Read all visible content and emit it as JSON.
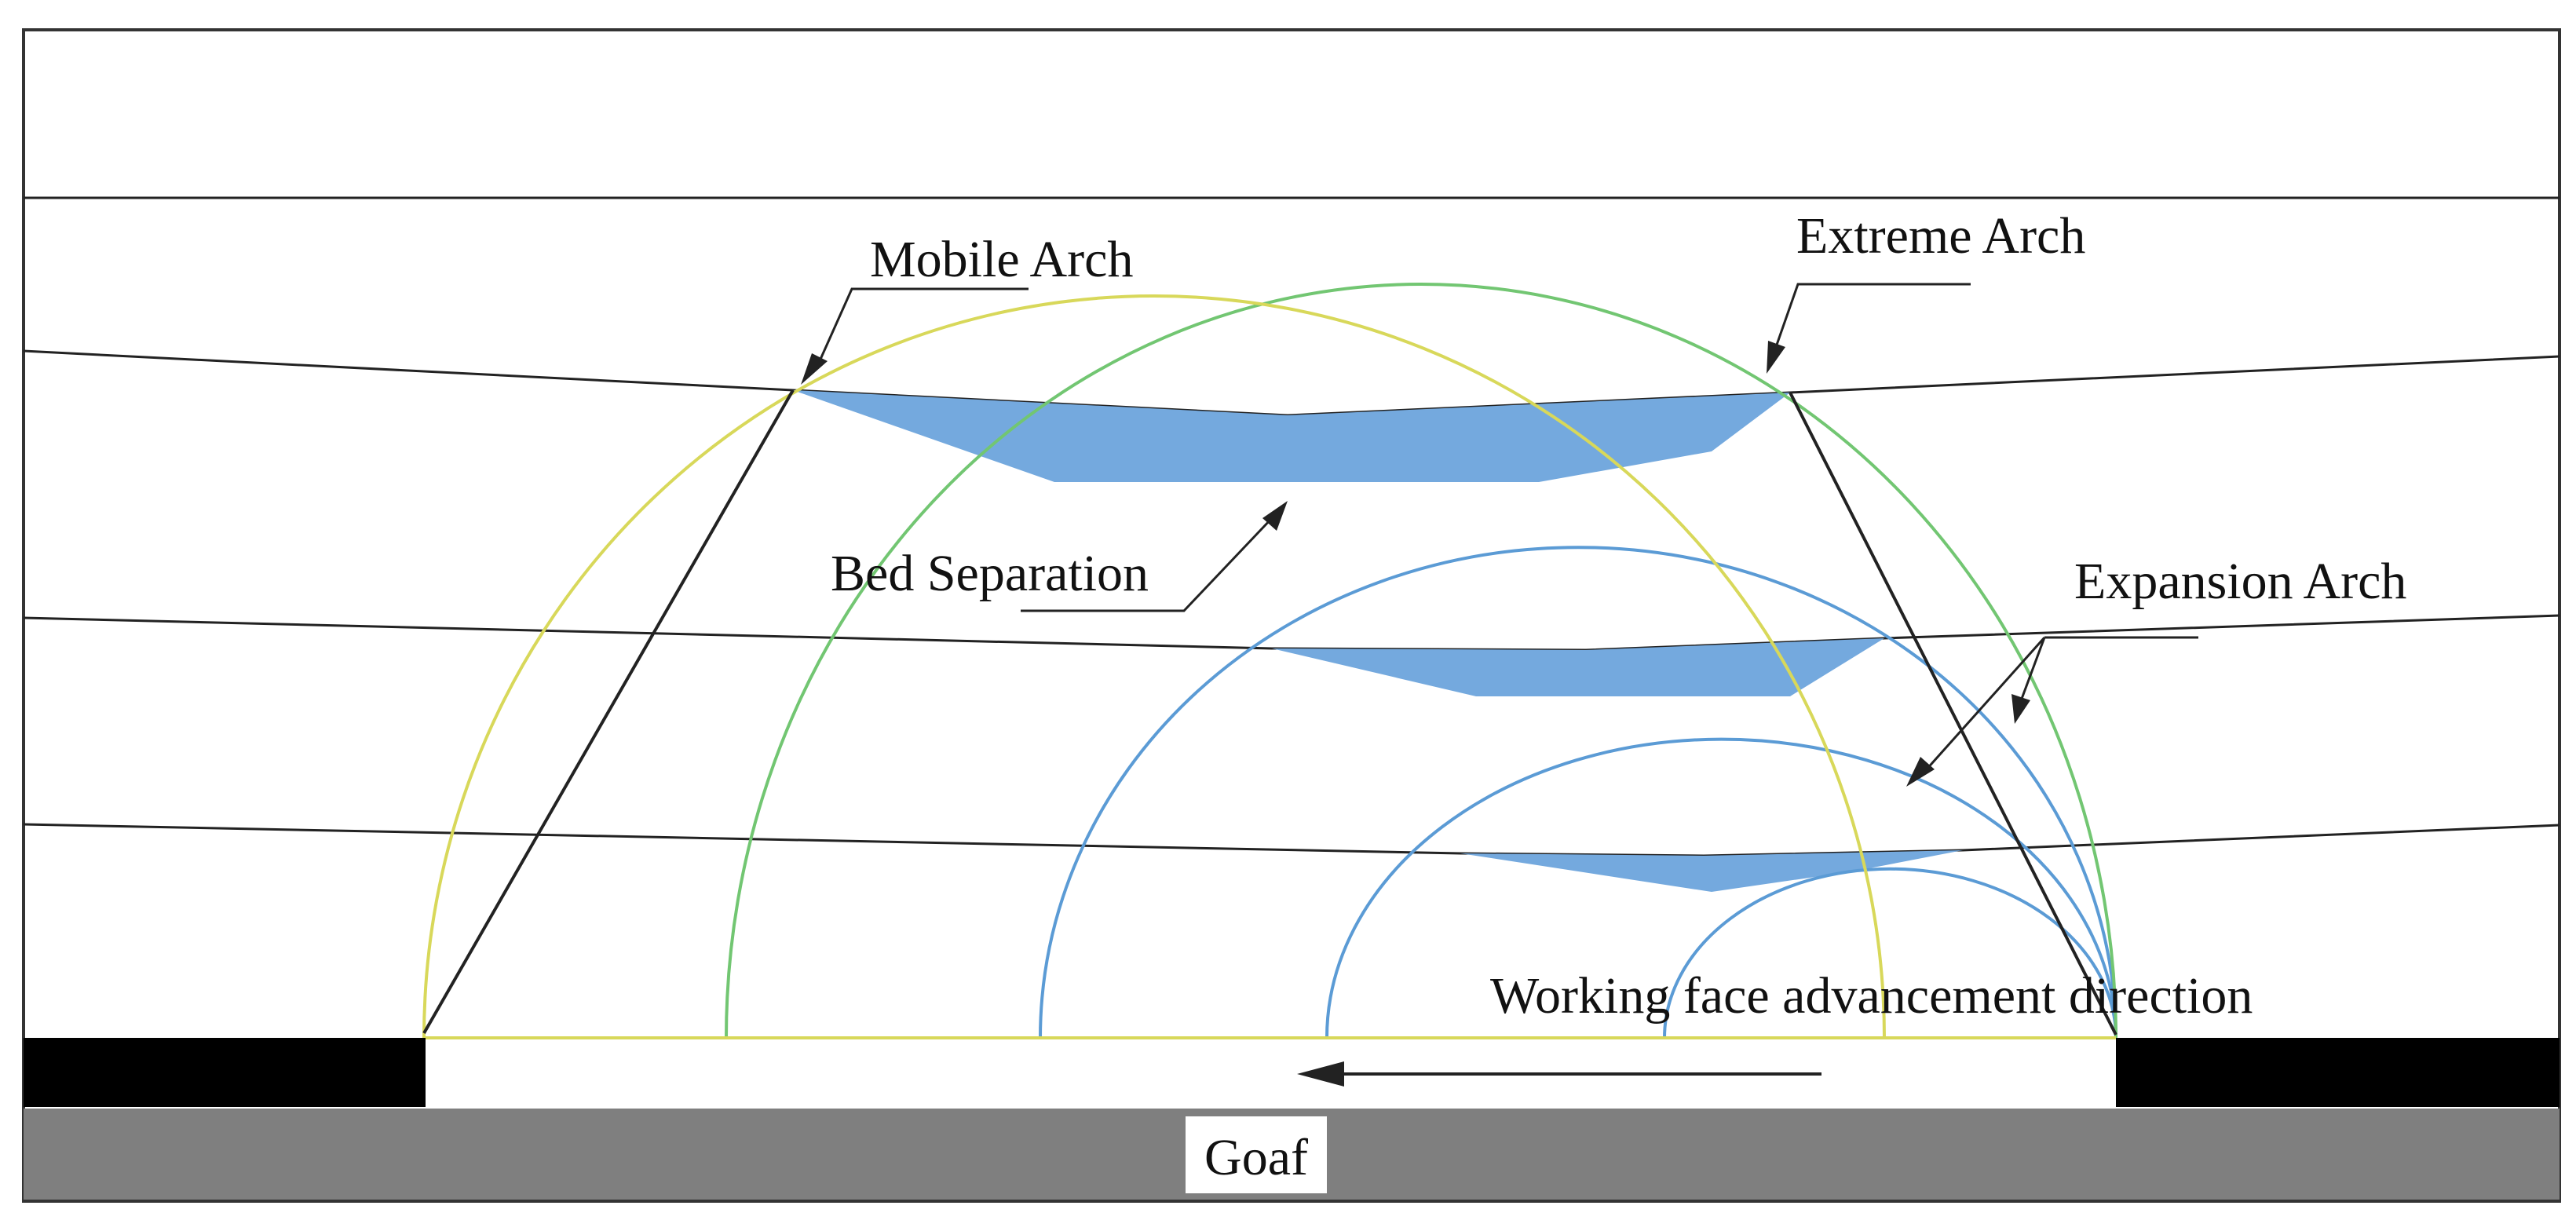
{
  "labels": {
    "mobile_arch": "Mobile Arch",
    "extreme_arch": "Extreme Arch",
    "bed_separation": "Bed Separation",
    "expansion_arch": "Expansion Arch",
    "advance_direction": "Working face advancement direction",
    "goaf": "Goaf"
  },
  "colors": {
    "frame": "#333333",
    "mobile_arch": "#d8d85a",
    "extreme_arch": "#72c672",
    "expansion_arch": "#5b9bd5",
    "bed_separation_fill": "#74a9de",
    "coal_pillar": "#000000",
    "goaf_floor": "#7f7f7f"
  }
}
